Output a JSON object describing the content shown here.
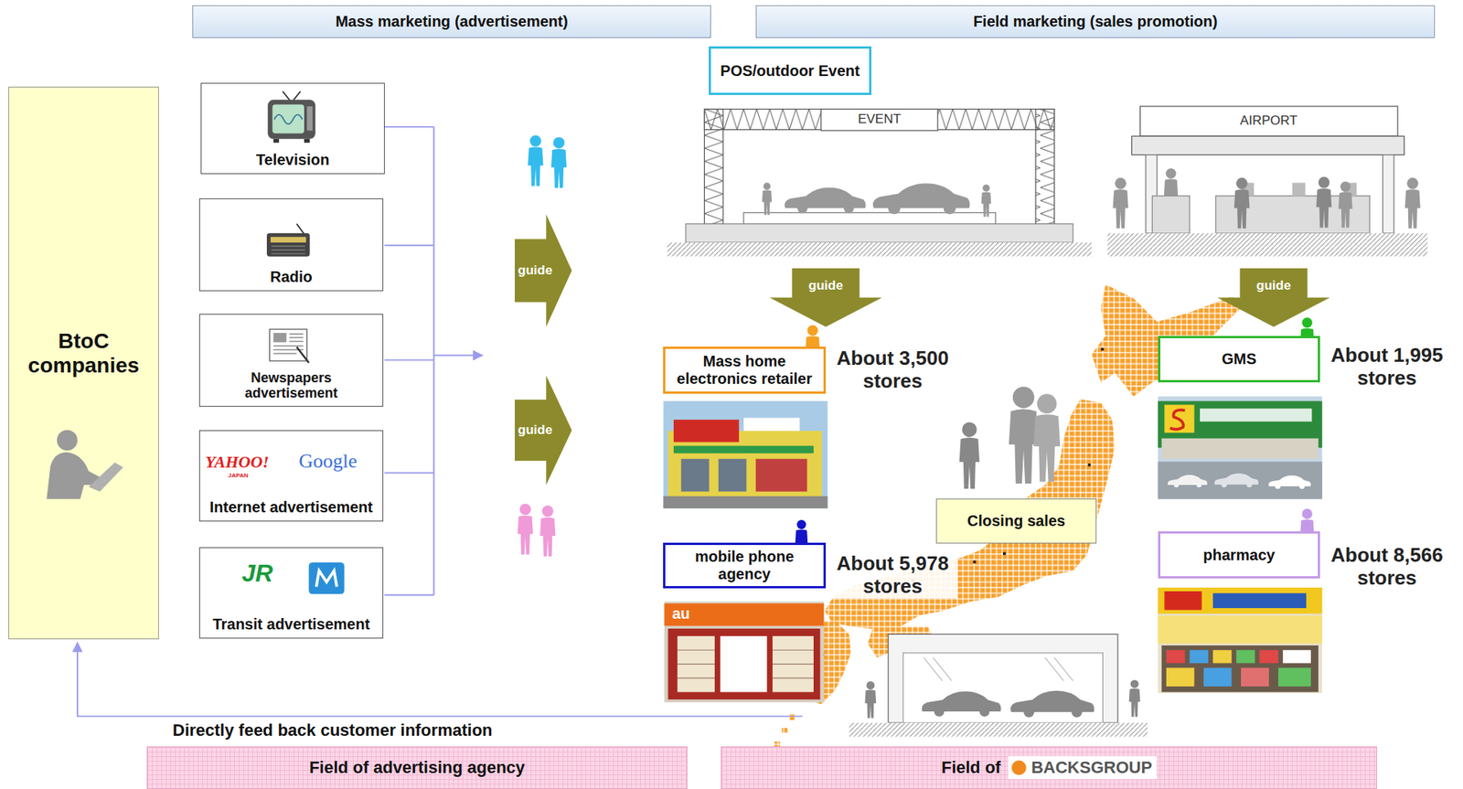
{
  "diagram": {
    "nodes": [
      {
        "text": [
          "Mass marketing (advertisement)"
        ]
      },
      {
        "text": [
          "Field marketing (sales promotion)"
        ]
      },
      {
        "text": [
          "BtoC companies"
        ]
      },
      {
        "text": [
          "Television"
        ]
      },
      {
        "text": [
          "Radio"
        ]
      },
      {
        "text": [
          "Newspapers advertisement"
        ]
      },
      {
        "text": [
          "Internet advertisement"
        ]
      },
      {
        "text": [
          "Transit advertisement"
        ]
      },
      {
        "text": [
          "guide"
        ]
      },
      {
        "text": [
          "guide"
        ]
      },
      {
        "text": [
          "POS/outdoor Event"
        ]
      },
      {
        "text": [
          "guide"
        ]
      },
      {
        "text": [
          "guide"
        ]
      },
      {
        "text": [
          "Mass home electronics retailer",
          "About 3,500 stores"
        ]
      },
      {
        "text": [
          "GMS",
          "About 1,995 stores"
        ]
      },
      {
        "text": [
          "mobile phone agency",
          "About 5,978 stores"
        ]
      },
      {
        "text": [
          "pharmacy",
          "About 8,566 stores"
        ]
      },
      {
        "text": [
          "Closing sales"
        ]
      },
      {
        "text": [
          "Field of advertising agency"
        ]
      },
      {
        "text": [
          "Field of",
          "BACKSGROUP"
        ]
      }
    ],
    "labels": [
      "EVENT",
      "AIRPORT",
      "YAHOO!",
      "JAPAN",
      "Google",
      "JR",
      "au",
      "Directly feed back customer information"
    ]
  }
}
